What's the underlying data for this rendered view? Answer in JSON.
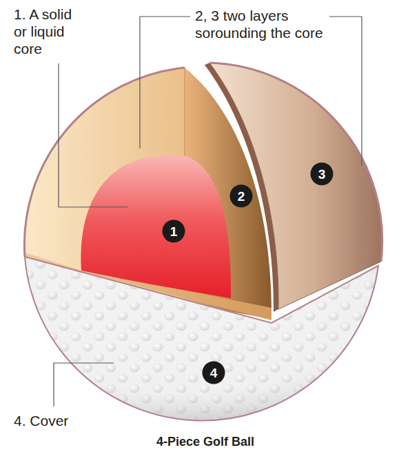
{
  "diagram": {
    "title": "4-Piece Golf Ball",
    "nodes": [
      {
        "text": [
          "1"
        ]
      },
      {
        "text": [
          "2"
        ]
      },
      {
        "text": [
          "3"
        ]
      },
      {
        "text": [
          "4"
        ]
      }
    ],
    "labels": [
      "1. A solid or liquid core",
      "2, 3 two layers sorounding the core",
      "4. Cover"
    ]
  }
}
